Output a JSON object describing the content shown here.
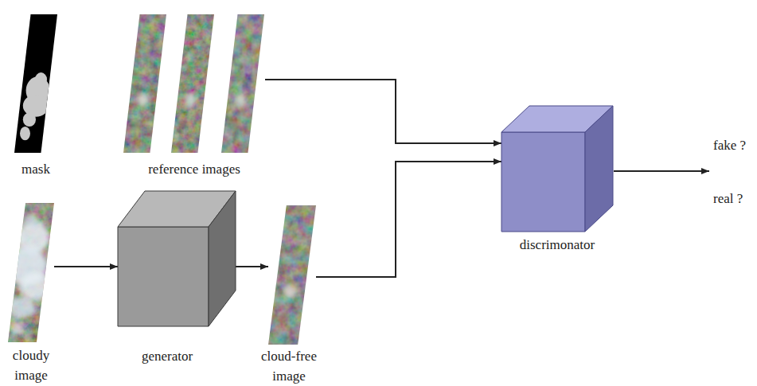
{
  "diagram": {
    "nodes": [
      {
        "text": [
          "mask"
        ]
      },
      {
        "text": [
          "reference images"
        ]
      },
      {
        "text": [
          "cloudy image"
        ]
      },
      {
        "text": [
          "generator"
        ]
      },
      {
        "text": [
          "cloud-free image"
        ]
      },
      {
        "text": [
          "discrimonator"
        ]
      }
    ],
    "edges": [
      {
        "from": 2,
        "to": 3,
        "arrow": "to"
      },
      {
        "from": 3,
        "to": 4,
        "arrow": "to"
      },
      {
        "from": 1,
        "to": 5,
        "arrow": "to"
      },
      {
        "from": 4,
        "to": 5,
        "arrow": "to"
      }
    ],
    "labels": [
      "fake ?",
      "real ?"
    ]
  }
}
